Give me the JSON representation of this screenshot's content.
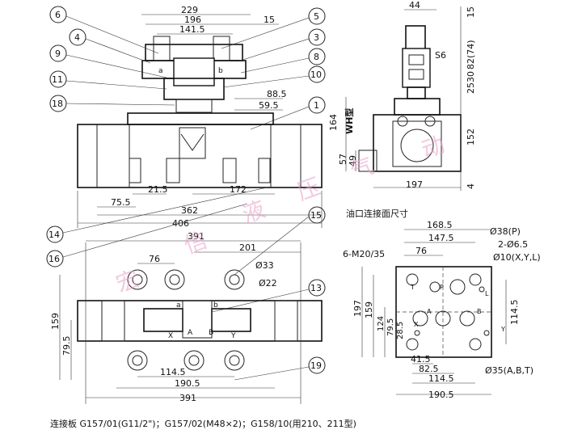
{
  "callouts": [
    "6",
    "4",
    "9",
    "11",
    "18",
    "14",
    "16",
    "5",
    "3",
    "8",
    "10",
    "1",
    "15",
    "13",
    "19"
  ],
  "front_view": {
    "dims_top": [
      "229",
      "196",
      "141.5",
      "15"
    ],
    "dims_right": [
      "88.5",
      "59.5"
    ],
    "dims_bottom": [
      "21.5",
      "172",
      "75.5",
      "362",
      "406"
    ],
    "symbol_labels": [
      "a",
      "b"
    ]
  },
  "side_view": {
    "dims_top": [
      "44"
    ],
    "dims_right": [
      "15",
      "82(74)",
      "25",
      "30",
      "152",
      "4"
    ],
    "dims_left": [
      "164",
      "57",
      "49"
    ],
    "dims_bottom": [
      "197"
    ],
    "label_s6": "S6",
    "label_wh": "WH型"
  },
  "top_view": {
    "dims": [
      "391",
      "201",
      "76",
      "Ø33",
      "Ø22",
      "159",
      "79.5",
      "114.5",
      "190.5",
      "391"
    ],
    "symbol_labels": [
      "A",
      "B",
      "a",
      "b",
      "X",
      "Y"
    ]
  },
  "base_plate": {
    "title": "油口连接面尺寸",
    "dims_top": [
      "168.5",
      "147.5",
      "76"
    ],
    "dims_left": [
      "197",
      "159",
      "124",
      "79.5",
      "28.5"
    ],
    "dims_bottom": [
      "41.5",
      "82.5",
      "114.5",
      "190.5"
    ],
    "dims_right": [
      "114.5"
    ],
    "labels": [
      "6-M20/35",
      "Ø38(P)",
      "2-Ø6.5",
      "Ø10(X,Y,L)",
      "Ø35(A,B,T)"
    ],
    "port_labels": [
      "T",
      "P",
      "A",
      "B",
      "X",
      "Y",
      "L"
    ]
  },
  "watermark": [
    "宏",
    "信",
    "液",
    "压",
    "气",
    "动"
  ],
  "footer": "连接板 G157/01(G11/2\")；G157/02(M48×2)；G158/10(用210、211型)"
}
